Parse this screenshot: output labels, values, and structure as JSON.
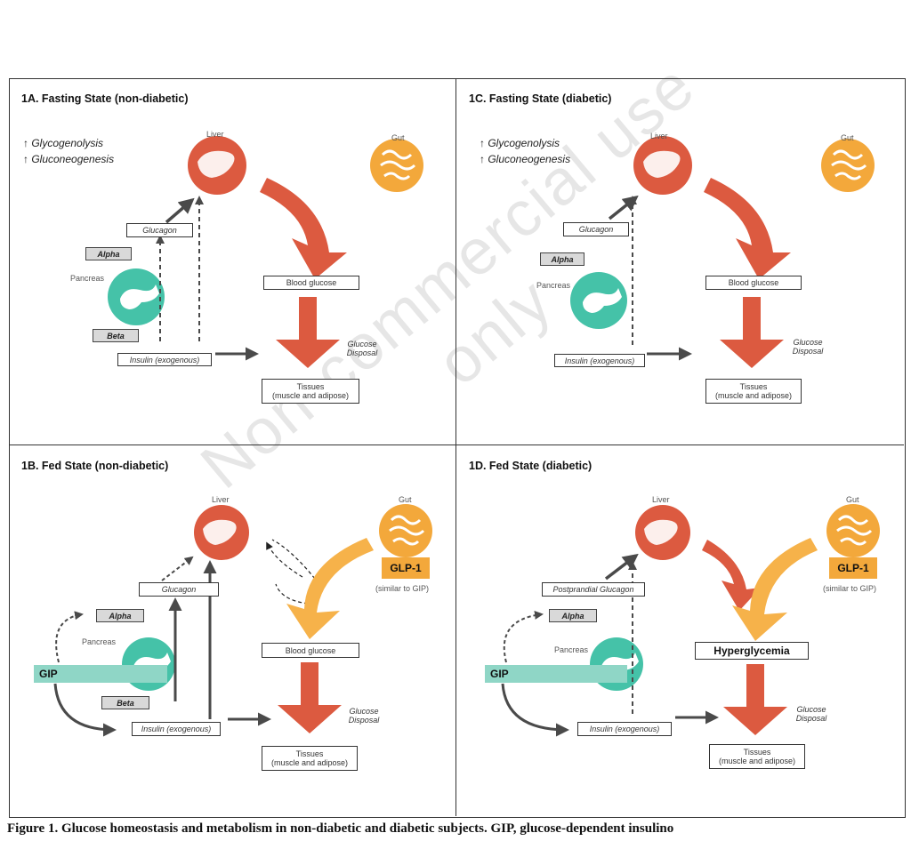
{
  "watermark": "Non-commercial use only",
  "panels": {
    "a": {
      "title": "1A. Fasting State (non-diabetic)",
      "up1": "↑ Glycogenolysis",
      "up2": "↑ Gluconeogenesis",
      "liver": "Liver",
      "gut": "Gut",
      "pancreas": "Pancreas",
      "glucagon": "Glucagon",
      "alpha": "Alpha",
      "beta": "Beta",
      "insulin": "Insulin (exogenous)",
      "blood": "Blood glucose",
      "disposal": "Glucose Disposal",
      "tissues1": "Tissues",
      "tissues2": "(muscle and adipose)"
    },
    "c": {
      "title": "1C. Fasting State (diabetic)",
      "up1": "↑ Glycogenolysis",
      "up2": "↑ Gluconeogenesis",
      "liver": "Liver",
      "gut": "Gut",
      "pancreas": "Pancreas",
      "glucagon": "Glucagon",
      "alpha": "Alpha",
      "insulin": "Insulin (exogenous)",
      "blood": "Blood glucose",
      "disposal": "Glucose Disposal",
      "tissues1": "Tissues",
      "tissues2": "(muscle and adipose)"
    },
    "b": {
      "title": "1B. Fed State (non-diabetic)",
      "liver": "Liver",
      "gut": "Gut",
      "pancreas": "Pancreas",
      "glucagon": "Glucagon",
      "alpha": "Alpha",
      "beta": "Beta",
      "insulin": "Insulin (exogenous)",
      "blood": "Blood glucose",
      "gip": "GIP",
      "glp": "GLP-1",
      "similar": "(similar to GIP)",
      "disposal": "Glucose Disposal",
      "tissues1": "Tissues",
      "tissues2": "(muscle and adipose)"
    },
    "d": {
      "title": "1D. Fed State (diabetic)",
      "liver": "Liver",
      "gut": "Gut",
      "pancreas": "Pancreas",
      "glucagon": "Postprandial Glucagon",
      "alpha": "Alpha",
      "insulin": "Insulin (exogenous)",
      "hyper": "Hyperglycemia",
      "gip": "GIP",
      "glp": "GLP-1",
      "similar": "(similar to GIP)",
      "disposal": "Glucose Disposal",
      "tissues1": "Tissues",
      "tissues2": "(muscle and adipose)"
    }
  },
  "caption": "Figure 1. Glucose homeostasis and metabolism in non-diabetic and diabetic subjects. GIP, glucose-dependent insulino"
}
